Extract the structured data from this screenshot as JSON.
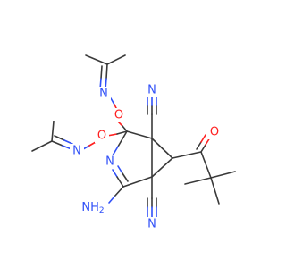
{
  "colors": {
    "carbon_bond": "#3a3a3a",
    "nitrogen": "#3050f8",
    "oxygen": "#ff2020",
    "background": "#ffffff"
  },
  "atoms": {
    "n_imine_top": "N",
    "o_top": "O",
    "n_imine_left": "N",
    "o_left": "O",
    "n_ring": "N",
    "nh2": "NH2",
    "n_nitrile_top": "N",
    "n_nitrile_bottom": "N",
    "o_ketone": "O"
  }
}
